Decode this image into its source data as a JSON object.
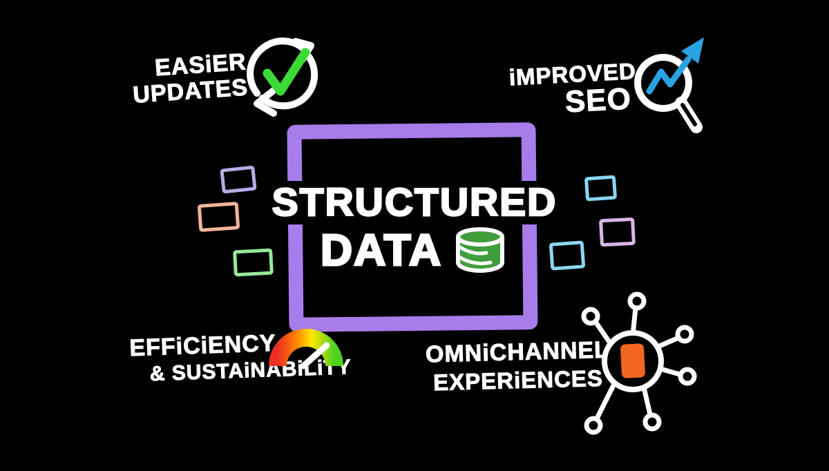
{
  "title": {
    "line1": "STRUCTURED",
    "line2": "DATA",
    "icon": "database-icon"
  },
  "benefits": {
    "easier_updates": {
      "line1": "EASiER",
      "line2": "UPDATES",
      "icon": "refresh-check-icon"
    },
    "improved_seo": {
      "line1": "iMPROVED",
      "line2": "SEO",
      "icon": "seo-trend-magnifier-icon"
    },
    "efficiency": {
      "line1": "EFFiCiENCY",
      "line2": "& SUSTAiNABiLiTY",
      "icon": "gauge-icon"
    },
    "omnichannel": {
      "line1": "OMNiCHANNEL",
      "line2": "EXPERiENCES",
      "icon": "network-hub-icon"
    }
  },
  "colors": {
    "bg": "#000000",
    "text-white": "#ffffff",
    "frame-purple": "#a77ceb",
    "check-green": "#3bdb36",
    "seo-blue": "#29a3e2",
    "db-green": "#3f9e3b",
    "node-orange": "#f2661f",
    "gauge-red": "#ef2f24",
    "gauge-orange": "#ff8a00",
    "gauge-yellow": "#ffe600",
    "gauge-green": "#4ed121"
  },
  "decor": {
    "rects": [
      {
        "name": "purple-rect",
        "color": "#b9aae6"
      },
      {
        "name": "salmon-rect",
        "color": "#f2b498"
      },
      {
        "name": "green-rect",
        "color": "#97e898"
      },
      {
        "name": "cyan-rect-1",
        "color": "#86d7f2"
      },
      {
        "name": "lilac-rect",
        "color": "#d7b6e6"
      },
      {
        "name": "cyan-rect-2",
        "color": "#8ad8f0"
      }
    ]
  }
}
